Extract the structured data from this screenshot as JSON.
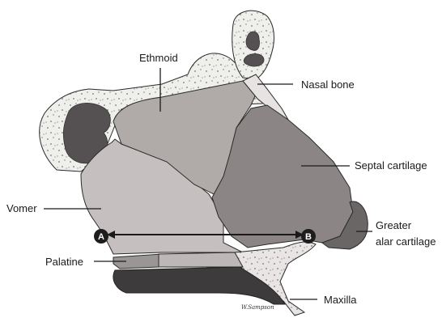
{
  "labels": {
    "ethmoid": "Ethmoid",
    "nasal_bone": "Nasal bone",
    "septal_cartilage": "Septal cartilage",
    "vomer": "Vomer",
    "greater_alar_line1": "Greater",
    "greater_alar_line2": "alar cartilage",
    "palatine": "Palatine",
    "maxilla": "Maxilla"
  },
  "markers": {
    "a": "A",
    "b": "B"
  },
  "colors": {
    "bone_light": "#efefec",
    "vomer": "#c5c0bf",
    "ethmoid": "#b0aaa9",
    "septal": "#8b8586",
    "alar": "#6a6666",
    "palatine": "#9a9696",
    "palate_dark": "#3e3b3c",
    "sinus_dark": "#555152",
    "marker": "#1d1d1d"
  }
}
